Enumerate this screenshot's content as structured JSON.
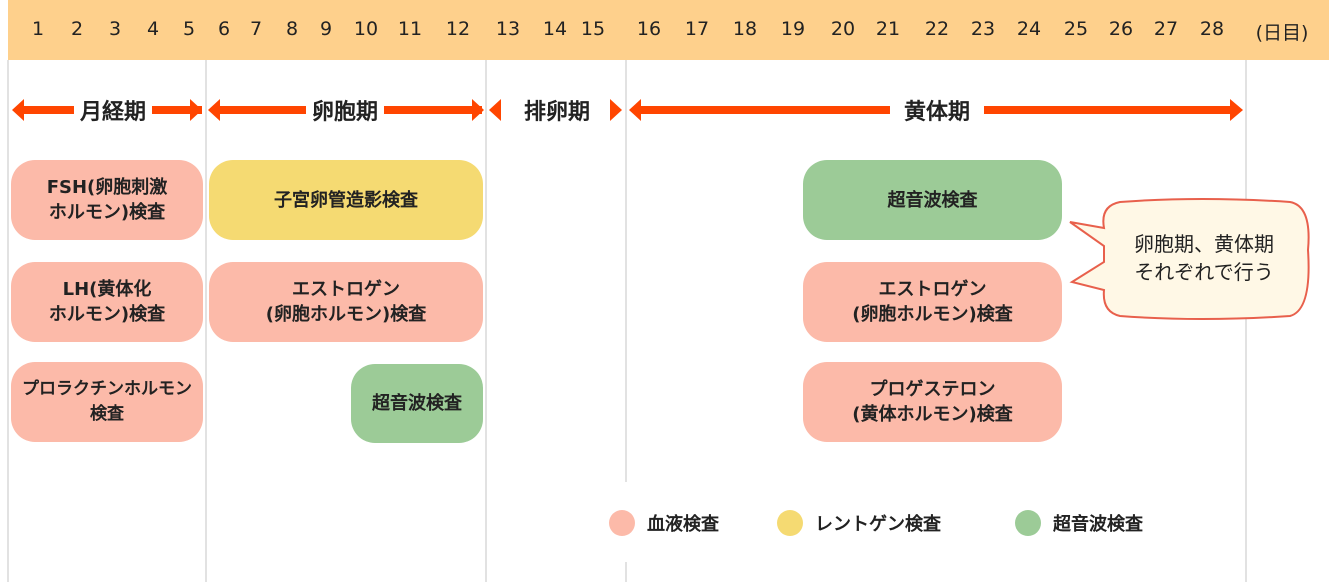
{
  "days": [
    "1",
    "2",
    "3",
    "4",
    "5",
    "6",
    "7",
    "8",
    "9",
    "10",
    "11",
    "12",
    "13",
    "14",
    "15",
    "16",
    "17",
    "18",
    "19",
    "20",
    "21",
    "22",
    "23",
    "24",
    "25",
    "26",
    "27",
    "28",
    "(日目)"
  ],
  "phases": [
    "月経期",
    "卵胞期",
    "排卵期",
    "黄体期"
  ],
  "boxes": {
    "fsh": "FSH(卵胞刺激\nホルモン)検査",
    "lh": "LH(黄体化\nホルモン)検査",
    "prolactin": "プロラクチンホルモン\n検査",
    "hsg": "子宮卵管造影検査",
    "estrogen1": "エストロゲン\n(卵胞ホルモン)検査",
    "ultrasound1": "超音波検査",
    "ultrasound2": "超音波検査",
    "estrogen2": "エストロゲン\n(卵胞ホルモン)検査",
    "progesterone": "プロゲステロン\n(黄体ホルモン)検査"
  },
  "callout": "卵胞期、黄体期\nそれぞれで行う",
  "legend": [
    {
      "label": "血液検査",
      "color": "#fcbaa9"
    },
    {
      "label": "レントゲン検査",
      "color": "#f5da72"
    },
    {
      "label": "超音波検査",
      "color": "#9ccb97"
    }
  ],
  "colors": {
    "header": "#fed08c",
    "arrow": "#ff4500",
    "callout_border": "#e8604c",
    "callout_fill": "#fff8e6"
  }
}
